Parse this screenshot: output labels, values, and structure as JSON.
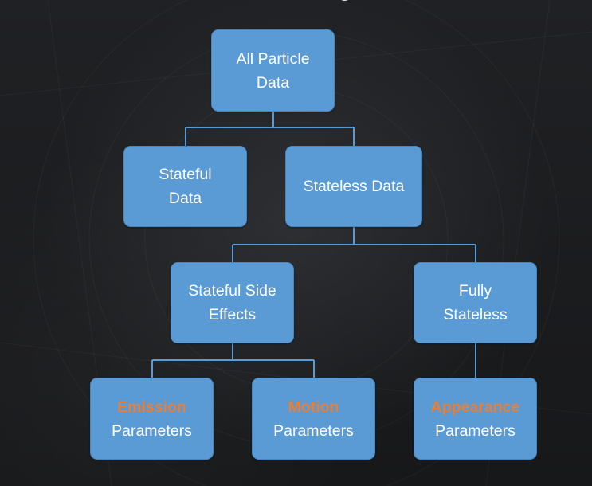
{
  "diagram": {
    "nodes": {
      "root": {
        "line1": "All Particle",
        "line2": "Data"
      },
      "stateful": {
        "line1": "Stateful",
        "line2": "Data"
      },
      "stateless": {
        "line1": "Stateless Data"
      },
      "side_effects": {
        "line1": "Stateful Side",
        "line2": "Effects"
      },
      "fully_stateless": {
        "line1": "Fully",
        "line2": "Stateless"
      },
      "emission": {
        "accent": "Emission",
        "line2": "Parameters"
      },
      "motion": {
        "accent": "Motion",
        "line2": "Parameters"
      },
      "appearance": {
        "accent": "Appearance",
        "line2": "Parameters"
      }
    },
    "edges": [
      {
        "from": "All Particle Data",
        "to": "Stateful Data"
      },
      {
        "from": "All Particle Data",
        "to": "Stateless Data"
      },
      {
        "from": "Stateless Data",
        "to": "Stateful Side Effects"
      },
      {
        "from": "Stateless Data",
        "to": "Fully Stateless"
      },
      {
        "from": "Stateful Side Effects",
        "to": "Emission Parameters"
      },
      {
        "from": "Stateful Side Effects",
        "to": "Motion Parameters"
      },
      {
        "from": "Fully Stateless",
        "to": "Appearance Parameters"
      }
    ],
    "colors": {
      "node_fill": "#5b9bd5",
      "node_border": "#4a86be",
      "node_text": "#ffffff",
      "accent_text": "#ed7d31",
      "connector": "#5b9bd5",
      "background": "#1c1d1f"
    }
  }
}
